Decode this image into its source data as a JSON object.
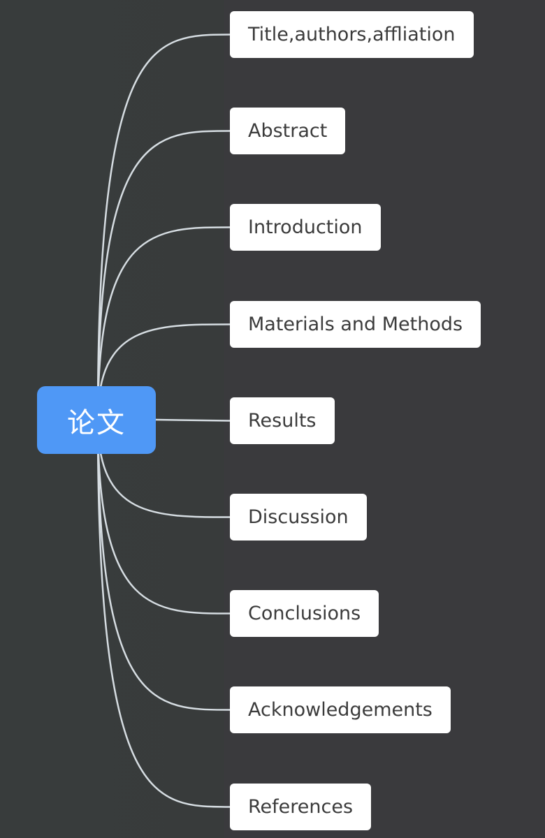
{
  "mindmap": {
    "root": {
      "label": "论文",
      "color": "#4f98f6"
    },
    "children": [
      {
        "label": "Title,authors,affliation"
      },
      {
        "label": "Abstract"
      },
      {
        "label": "Introduction"
      },
      {
        "label": "Materials and Methods"
      },
      {
        "label": "Results"
      },
      {
        "label": "Discussion"
      },
      {
        "label": "Conclusions"
      },
      {
        "label": "Acknowledgements"
      },
      {
        "label": "References"
      }
    ],
    "background_color": "#3a3a3d",
    "connector_color": "#d6dde2"
  }
}
